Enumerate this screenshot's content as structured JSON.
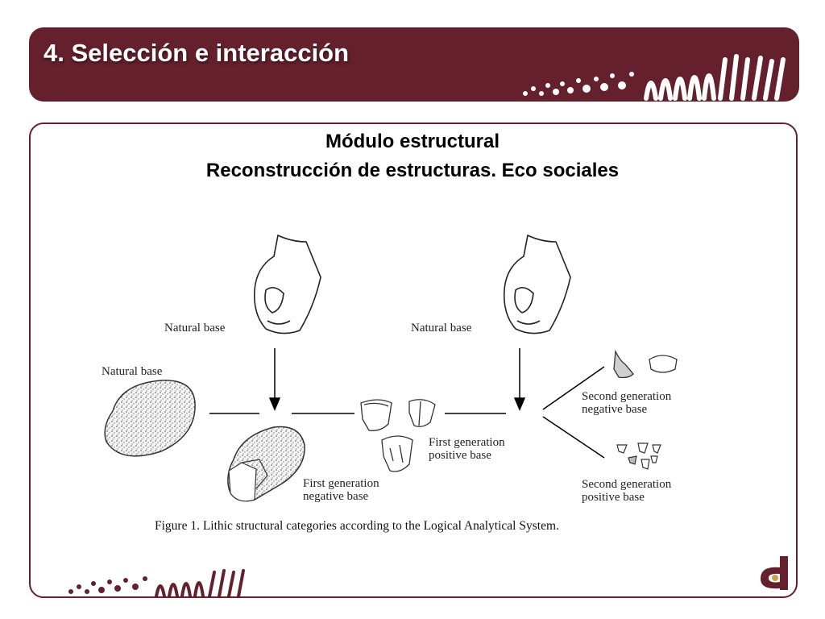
{
  "header": {
    "title": "4. Selección e interacción"
  },
  "slide": {
    "subtitle_line1": "Módulo estructural",
    "subtitle_line2": "Reconstrucción de estructuras. Eco sociales"
  },
  "figure": {
    "labels": {
      "natural_base_left": "Natural base",
      "natural_base_hand1": "Natural base",
      "natural_base_hand2": "Natural base",
      "fgnb_line1": "First generation",
      "fgnb_line2": "negative base",
      "fgpb_line1": "First generation",
      "fgpb_line2": "positive base",
      "sgnb_line1": "Second generation",
      "sgnb_line2": "negative base",
      "sgpb_line1": "Second generation",
      "sgpb_line2": "positive base"
    },
    "caption": "Figure 1. Lithic structural categories according to the Logical Analytical System."
  },
  "colors": {
    "brand": "#65202d",
    "text": "#000000"
  }
}
